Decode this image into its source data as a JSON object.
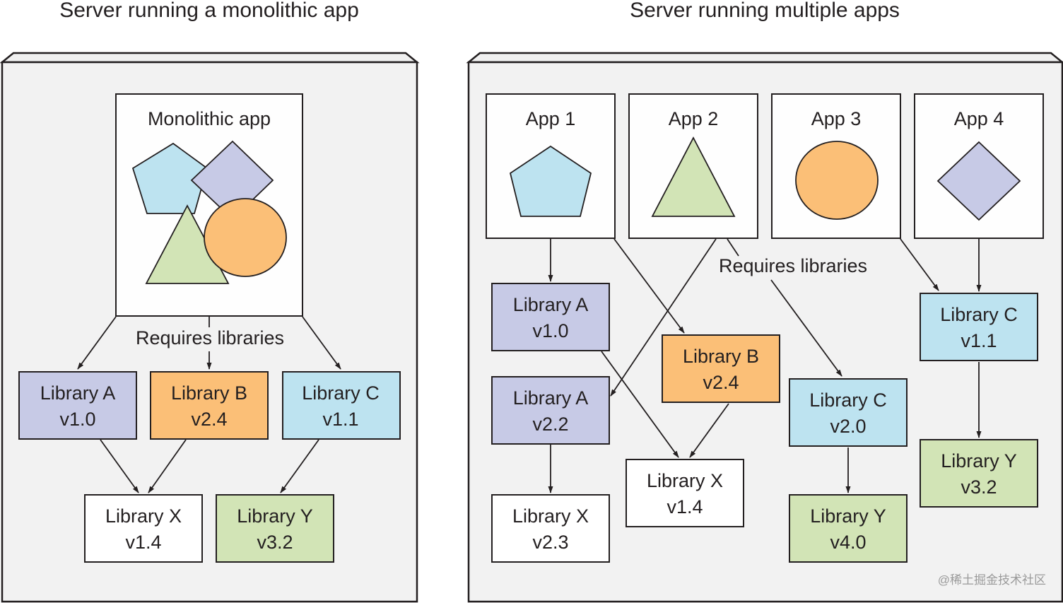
{
  "colors": {
    "server_bg": "#f2f2f2",
    "server_top": "#f0f0f0",
    "stroke": "#231f20",
    "app_bg": "#fefefe",
    "purple": "#c7cae6",
    "orange": "#fbbf77",
    "blue": "#bde3f0",
    "green": "#d2e4b6",
    "white": "#ffffff"
  },
  "left": {
    "title": "Server running a monolithic app",
    "app_label": "Monolithic app",
    "requires_label": "Requires libraries",
    "libraries": [
      {
        "name": "Library A",
        "version": "v1.0",
        "color": "purple"
      },
      {
        "name": "Library B",
        "version": "v2.4",
        "color": "orange"
      },
      {
        "name": "Library C",
        "version": "v1.1",
        "color": "blue"
      },
      {
        "name": "Library X",
        "version": "v1.4",
        "color": "white"
      },
      {
        "name": "Library Y",
        "version": "v3.2",
        "color": "green"
      }
    ]
  },
  "right": {
    "title": "Server running multiple apps",
    "requires_label": "Requires libraries",
    "apps": [
      {
        "label": "App 1",
        "shape": "pentagon"
      },
      {
        "label": "App 2",
        "shape": "triangle"
      },
      {
        "label": "App 3",
        "shape": "circle"
      },
      {
        "label": "App 4",
        "shape": "diamond"
      }
    ],
    "libraries": [
      {
        "name": "Library A",
        "version": "v1.0",
        "color": "purple"
      },
      {
        "name": "Library A",
        "version": "v2.2",
        "color": "purple"
      },
      {
        "name": "Library X",
        "version": "v2.3",
        "color": "white"
      },
      {
        "name": "Library B",
        "version": "v2.4",
        "color": "orange"
      },
      {
        "name": "Library X",
        "version": "v1.4",
        "color": "white"
      },
      {
        "name": "Library C",
        "version": "v2.0",
        "color": "blue"
      },
      {
        "name": "Library Y",
        "version": "v4.0",
        "color": "green"
      },
      {
        "name": "Library C",
        "version": "v1.1",
        "color": "blue"
      },
      {
        "name": "Library Y",
        "version": "v3.2",
        "color": "green"
      }
    ]
  },
  "watermark": "@稀土掘金技术社区"
}
